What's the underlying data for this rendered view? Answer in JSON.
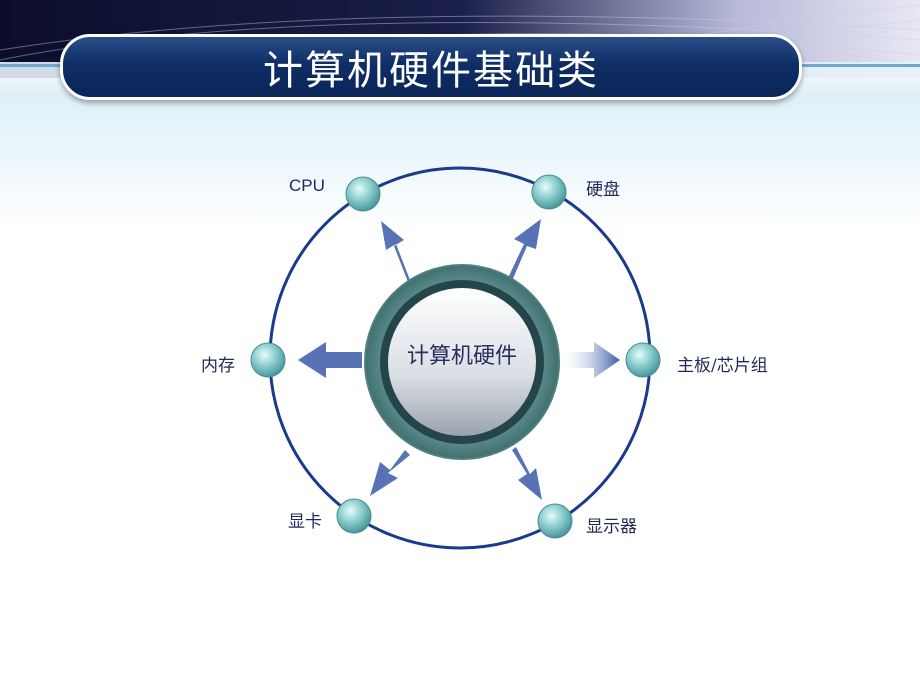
{
  "slide": {
    "title": "计算机硬件基础类"
  },
  "diagram": {
    "center": "计算机硬件",
    "nodes": {
      "cpu": "CPU",
      "disk": "硬盘",
      "motherboard": "主板/芯片组",
      "monitor": "显示器",
      "gpu": "显卡",
      "memory": "内存"
    }
  },
  "colors": {
    "title_bar": "#0f2e66",
    "ring": "#1a3a8c",
    "node": "#7fc9c9",
    "arrow": "#3a5ba8"
  }
}
